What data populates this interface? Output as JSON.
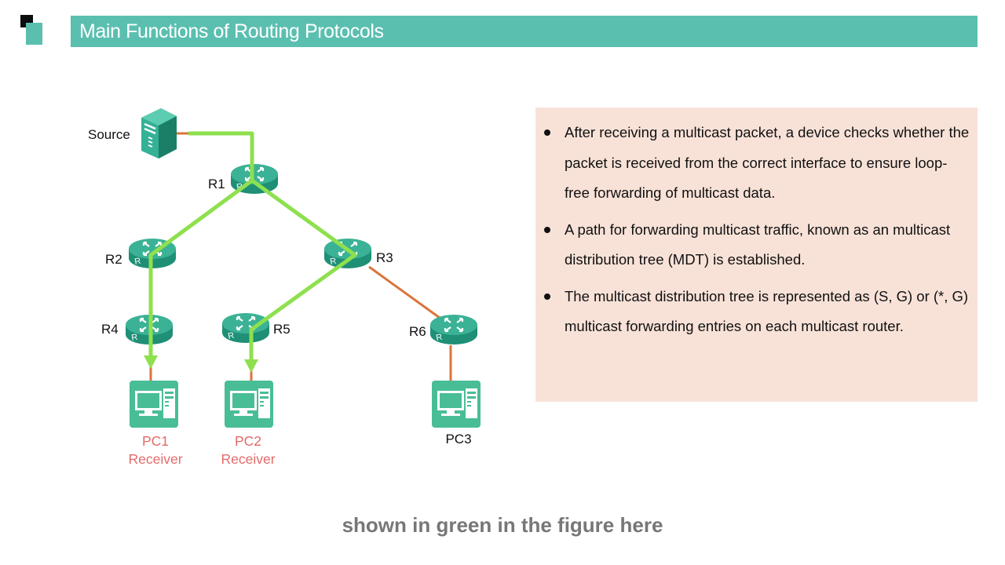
{
  "slide": {
    "title": "Main Functions of Routing Protocols",
    "caption": "shown in green in the figure here",
    "colors": {
      "accent_teal": "#5bbfb0",
      "device_teal": "#2fa889",
      "mdt_green": "#8ee04e",
      "link_orange": "#d9753b",
      "receiver_red": "#e46a6a",
      "text_box_bg": "#f8e2d8",
      "caption_gray": "#777777"
    }
  },
  "diagram": {
    "devices": {
      "source": {
        "label": "Source",
        "icon": "server-icon"
      },
      "r1": {
        "label": "R1",
        "icon": "router-icon"
      },
      "r2": {
        "label": "R2",
        "icon": "router-icon"
      },
      "r3": {
        "label": "R3",
        "icon": "router-icon"
      },
      "r4": {
        "label": "R4",
        "icon": "router-icon"
      },
      "r5": {
        "label": "R5",
        "icon": "router-icon"
      },
      "r6": {
        "label": "R6",
        "icon": "router-icon"
      },
      "pc1": {
        "label": "PC1",
        "role": "Receiver",
        "icon": "pc-icon"
      },
      "pc2": {
        "label": "PC2",
        "role": "Receiver",
        "icon": "pc-icon"
      },
      "pc3": {
        "label": "PC3",
        "icon": "pc-icon"
      }
    },
    "links": [
      {
        "from": "Source",
        "to": "R1",
        "mdt": true
      },
      {
        "from": "R1",
        "to": "R2",
        "mdt": true
      },
      {
        "from": "R1",
        "to": "R3",
        "mdt": true
      },
      {
        "from": "R2",
        "to": "R4",
        "mdt": true
      },
      {
        "from": "R3",
        "to": "R5",
        "mdt": true
      },
      {
        "from": "R3",
        "to": "R6",
        "mdt": false
      },
      {
        "from": "R4",
        "to": "PC1",
        "mdt": true
      },
      {
        "from": "R5",
        "to": "PC2",
        "mdt": true
      },
      {
        "from": "R6",
        "to": "PC3",
        "mdt": false
      }
    ]
  },
  "bullets": [
    "After receiving a multicast packet, a device checks whether the packet is received from the correct interface to ensure loop-free forwarding of multicast data.",
    "A path for forwarding multicast traffic, known as an multicast distribution tree (MDT) is established.",
    "The multicast distribution tree is represented as (S, G) or (*, G) multicast forwarding entries on each multicast router."
  ]
}
